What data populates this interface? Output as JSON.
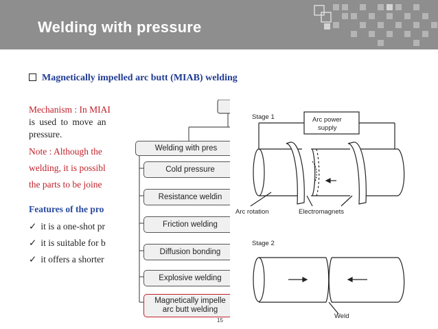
{
  "header": {
    "title": "Welding with pressure"
  },
  "subtitle": "Magnetically impelled arc butt (MIAB) welding",
  "body": {
    "mechanism_line1": "Mechanism : In MIAI",
    "mechanism_line2": "is used to move an",
    "mechanism_line3": "pressure.",
    "note_line1": "Note :  Although the",
    "note_line2": "welding, it is possibl",
    "note_line3": "the parts to be joine",
    "features_heading": "Features of the pro",
    "features": [
      "it is a one-shot pr",
      "it is suitable for b",
      "it offers a shorter"
    ]
  },
  "flowchart": {
    "boxes": [
      "Welding with pres",
      "Cold pressure",
      "Resistance weldin",
      "Friction welding",
      "Diffusion bonding",
      "Explosive welding",
      "Magnetically impelle",
      "arc butt welding"
    ]
  },
  "figure": {
    "stage1": "Stage 1",
    "arc_power_line1": "Arc power",
    "arc_power_line2": "supply",
    "arc_rotation": "Arc rotation",
    "electromagnets": "Electromagnets",
    "stage2": "Stage 2",
    "weld": "Weld"
  },
  "page_number": "15",
  "colors": {
    "header_bg": "#8e8e8e",
    "subtitle": "#1f3a93",
    "red_text": "#c0212a",
    "features_heading": "#2a4a9e"
  }
}
